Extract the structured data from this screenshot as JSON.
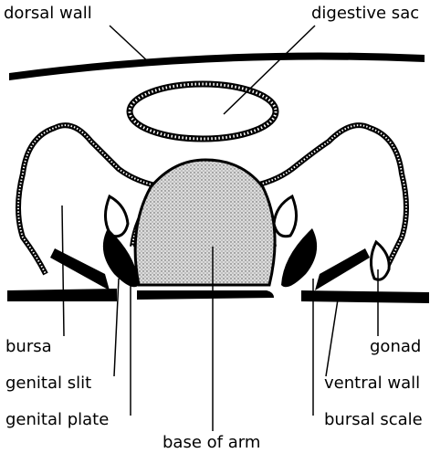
{
  "labels": {
    "dorsal_wall": "dorsal wall",
    "digestive_sac": "digestive sac",
    "bursa": "bursa",
    "genital_slit": "genital slit",
    "genital_plate": "genital plate",
    "base_of_arm": "base of arm",
    "gonad": "gonad",
    "ventral_wall": "ventral wall",
    "bursal_scale": "bursal scale"
  },
  "colors": {
    "ink": "#000000",
    "paper": "#ffffff",
    "arm_fill": "#d9d9d9"
  }
}
